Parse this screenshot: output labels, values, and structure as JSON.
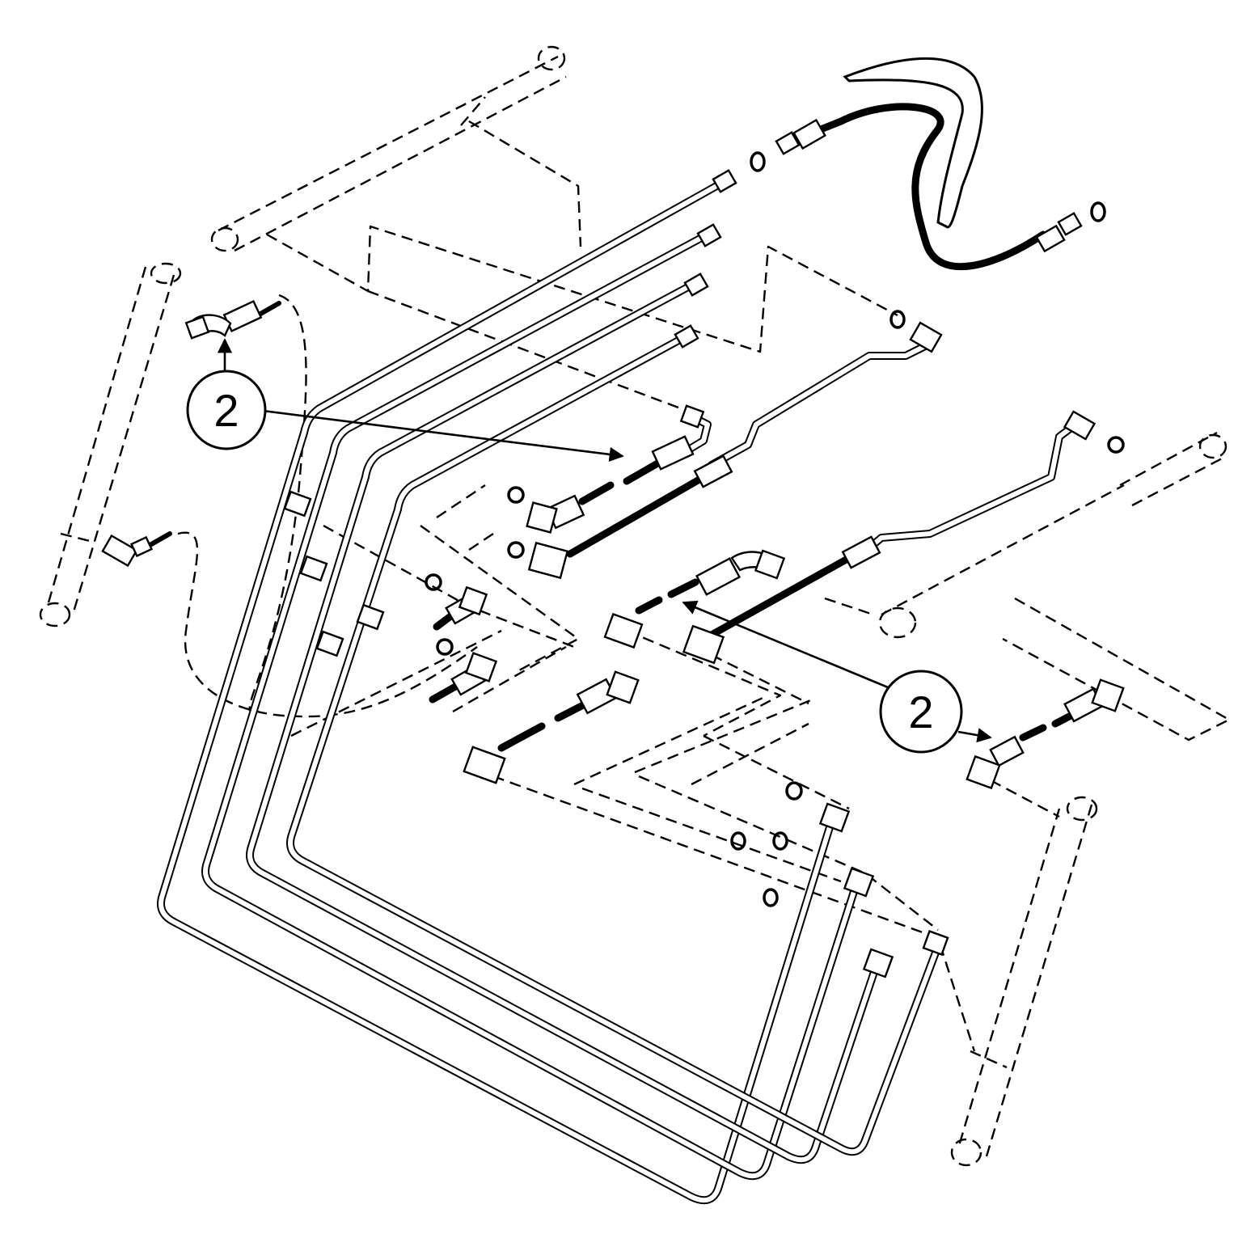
{
  "callouts": [
    {
      "id": "callout-left",
      "label": "2"
    },
    {
      "id": "callout-right",
      "label": "2"
    }
  ]
}
